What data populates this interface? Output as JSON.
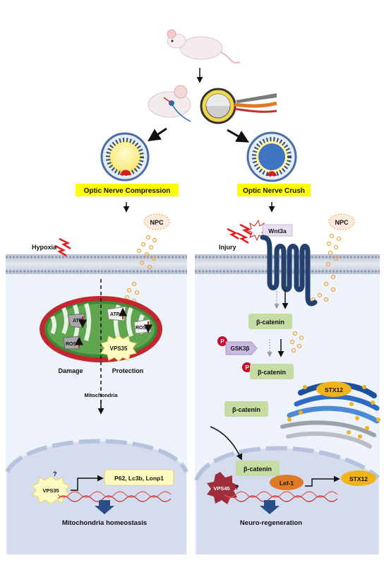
{
  "left": {
    "title": "Optic Nerve Compression",
    "npc": "NPC",
    "hypoxia": "Hypoxia",
    "atp": "ATP",
    "ros": "ROS",
    "atp2": "ATP",
    "ros2": "ROS",
    "vps35_mito": "VPS35",
    "damage": "Damage",
    "protection": "Protection",
    "mitochondria": "Mitochondria",
    "question": "?",
    "vps35_nucleus": "VPS35",
    "genes": "P62, Lc3b, Lonp1",
    "outcome": "Mitochondria homeostasis"
  },
  "right": {
    "title": "Optic Nerve Crush",
    "npc": "NPC",
    "injury": "Injury",
    "wnt3a": "Wnt3a",
    "beta_catenin_1": "β-catenin",
    "p1": "P",
    "gsk3b": "GSK3β",
    "p2": "P",
    "beta_catenin_2": "β-catenin",
    "stx12_golgi": "STX12",
    "beta_catenin_3": "β-catenin",
    "beta_catenin_4": "β-catenin",
    "vps45": "VPS45",
    "question": "?",
    "lef1": "Lef-1",
    "stx12_nucleus": "STX12",
    "outcome": "Neuro-regeneration"
  },
  "colors": {
    "yellow_label": "#ffff00",
    "cell_bg": "#eef2fa",
    "green_box": "#c5dca2",
    "orange": "#f1a43a",
    "receptor": "#24406f",
    "stx12": "#f0b31a",
    "vps35": "#fdfbc0",
    "vps45": "#9e2e3a",
    "phospho": "#c8102e"
  }
}
